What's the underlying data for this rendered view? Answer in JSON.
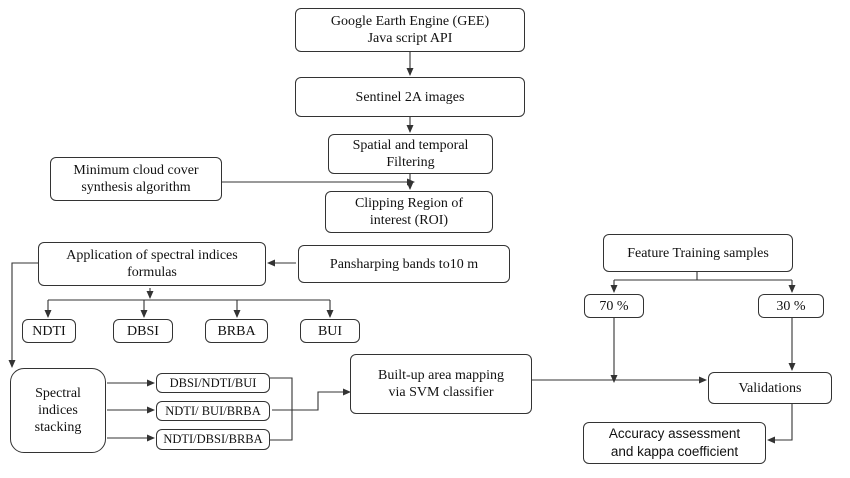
{
  "nodes": {
    "gee": {
      "line1": "Google Earth Engine (GEE)",
      "line2": "Java script API"
    },
    "sentinel": {
      "label": "Sentinel 2A images"
    },
    "filtering": {
      "line1": "Spatial and temporal",
      "line2": "Filtering"
    },
    "cloud": {
      "line1": "Minimum cloud cover",
      "line2": "synthesis algorithm"
    },
    "roi": {
      "line1": "Clipping Region of",
      "line2": "interest (ROI)"
    },
    "pansharp": {
      "label": "Pansharping bands to10 m"
    },
    "spectral_app": {
      "line1": "Application of spectral indices",
      "line2": "formulas"
    },
    "ndti": {
      "label": "NDTI"
    },
    "dbsi": {
      "label": "DBSI"
    },
    "brba": {
      "label": "BRBA"
    },
    "bui": {
      "label": "BUI"
    },
    "stacking": {
      "line1": "Spectral",
      "line2": "indices",
      "line3": "stacking"
    },
    "combo1": {
      "label": "DBSI/NDTI/BUI"
    },
    "combo2": {
      "label": "NDTI/ BUI/BRBA"
    },
    "combo3": {
      "label": "NDTI/DBSI/BRBA"
    },
    "svm": {
      "line1": "Built-up area mapping",
      "line2": "via SVM classifier"
    },
    "training": {
      "label": "Feature Training samples"
    },
    "p70": {
      "label": "70 %"
    },
    "p30": {
      "label": "30 %"
    },
    "validations": {
      "label": "Validations"
    },
    "accuracy": {
      "line1": "Accuracy assessment",
      "line2": "and kappa coefficient"
    }
  }
}
